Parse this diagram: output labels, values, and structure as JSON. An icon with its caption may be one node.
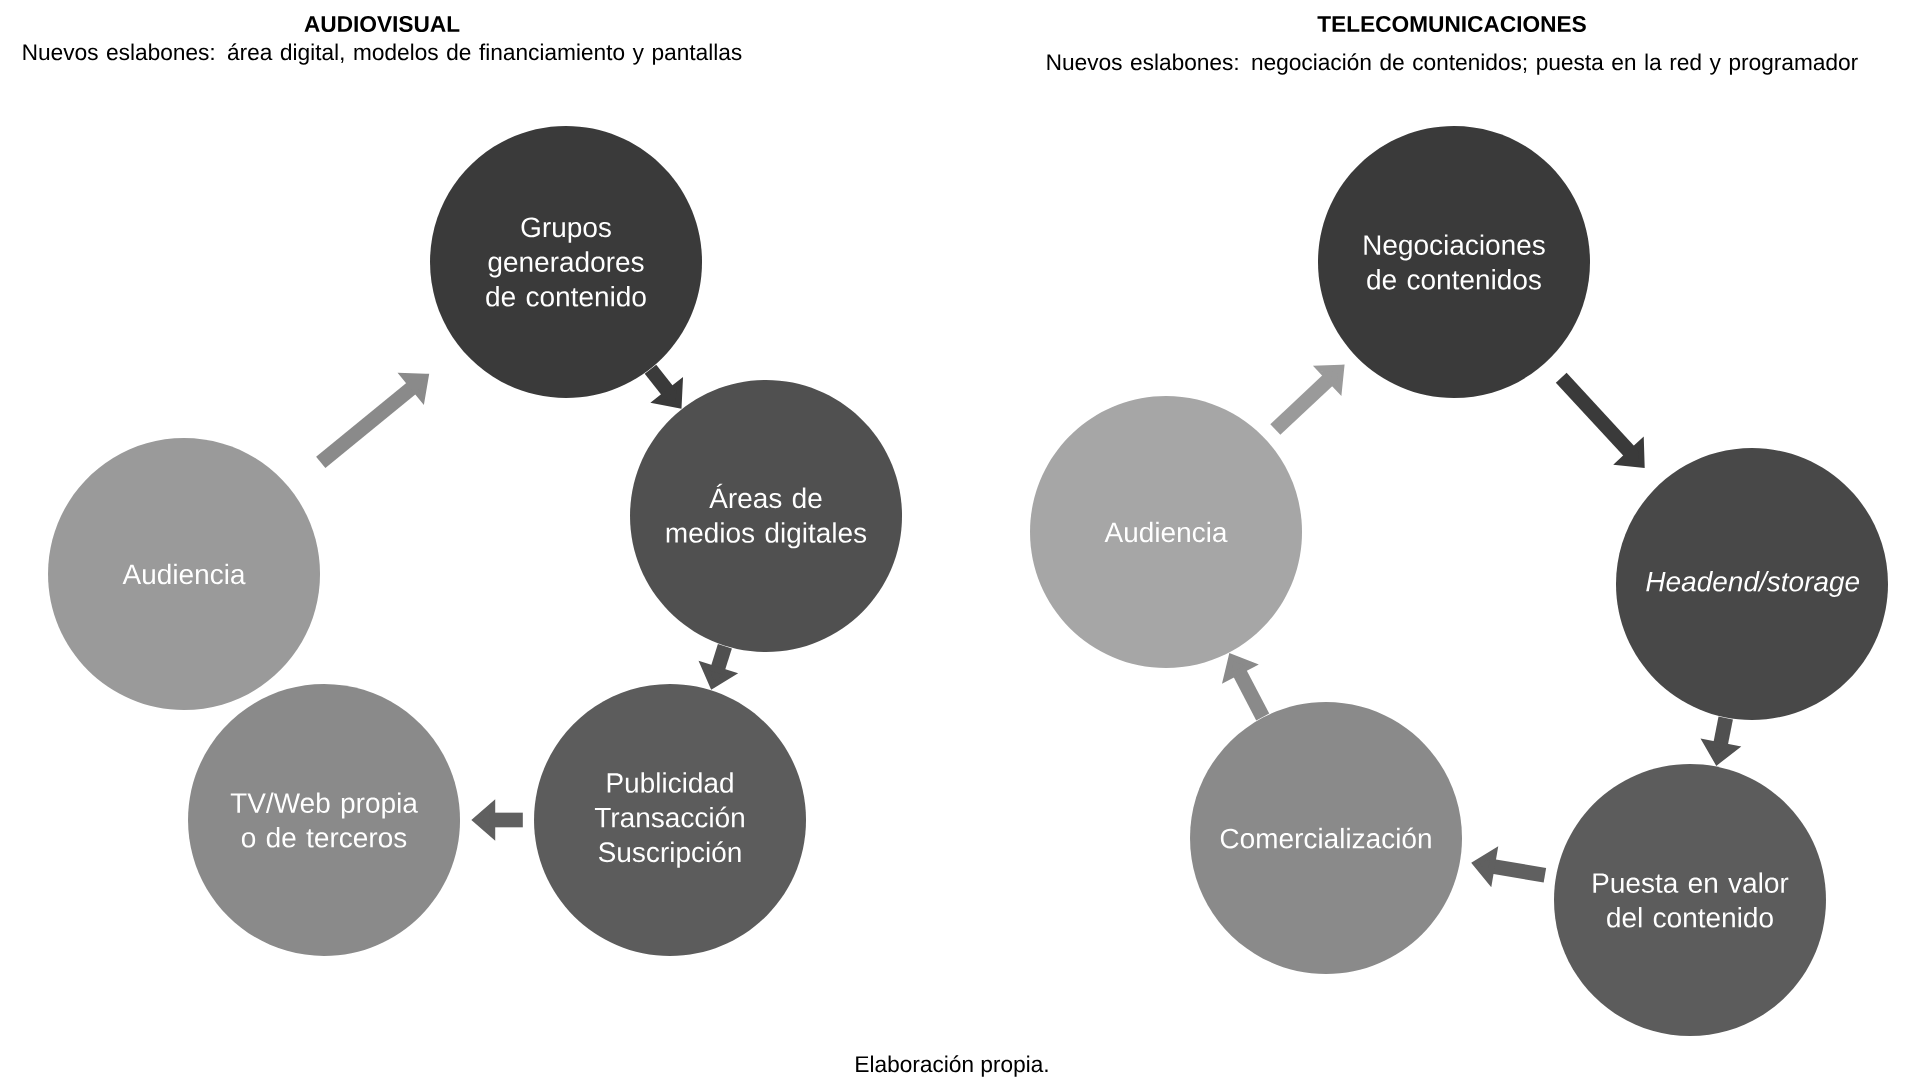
{
  "diagram": {
    "caption": "Elaboración propia.",
    "nodes": [
      {
        "text": [
          "Grupos generadores de contenido"
        ]
      },
      {
        "text": [
          "Áreas de medios digitales"
        ]
      },
      {
        "text": [
          "Publicidad Transacción Suscripción"
        ]
      },
      {
        "text": [
          "TV/Web propia o de terceros"
        ]
      },
      {
        "text": [
          "Audiencia"
        ]
      },
      {
        "text": [
          "Negociaciones de contenidos"
        ]
      },
      {
        "text": [
          "Headend/storage"
        ]
      },
      {
        "text": [
          "Puesta en valor del contenido"
        ]
      },
      {
        "text": [
          "Comercialización"
        ]
      },
      {
        "text": [
          "Audiencia"
        ]
      }
    ],
    "edges": [
      {
        "from": 0,
        "to": 1,
        "arrow": "to",
        "color": "#3a3a3a"
      },
      {
        "from": 1,
        "to": 2,
        "arrow": "to",
        "color": "#505050"
      },
      {
        "from": 2,
        "to": 3,
        "arrow": "to",
        "color": "#606060"
      },
      {
        "from": 4,
        "to": 0,
        "arrow": "to",
        "color": "#8a8a8a"
      },
      {
        "from": 5,
        "to": 6,
        "arrow": "to",
        "color": "#3a3a3a"
      },
      {
        "from": 6,
        "to": 7,
        "arrow": "to",
        "color": "#505050"
      },
      {
        "from": 7,
        "to": 8,
        "arrow": "to",
        "color": "#606060"
      },
      {
        "from": 8,
        "to": 9,
        "arrow": "to",
        "color": "#8a8a8a"
      },
      {
        "from": 9,
        "to": 5,
        "arrow": "to",
        "color": "#9a9a9a"
      }
    ],
    "labels": [
      "AUDIOVISUAL",
      "Nuevos eslabones: área digital, modelos de financiamiento y pantallas",
      "TELECOMUNICACIONES",
      "Nuevos eslabones: negociación de contenidos; puesta en la red y programador"
    ]
  }
}
